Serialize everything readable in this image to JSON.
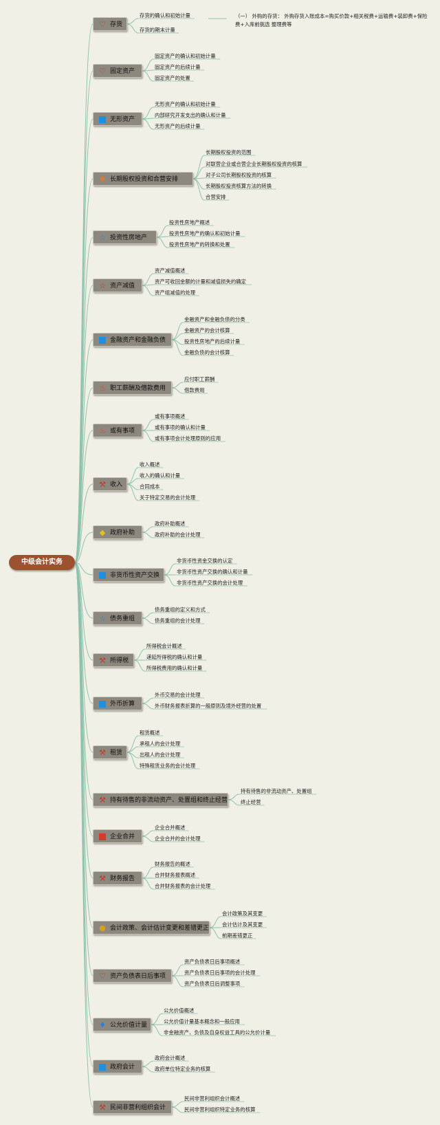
{
  "root": "中级会计实务",
  "branches": [
    {
      "label": "存货",
      "icon": "heart-icon",
      "children": [
        "存货的确认和初始计量",
        "存货的期末计量"
      ]
    },
    {
      "label": "固定资产",
      "icon": "heart-icon",
      "children": [
        "固定资产的确认和初始计量",
        "固定资产的后续计量",
        "固定资产的处置"
      ]
    },
    {
      "label": "无形资产",
      "icon": "blue-square-icon",
      "children": [
        "无形资产的确认和初始计量",
        "内部研究开发支出的确认和计量",
        "无形资产的后续计量"
      ]
    },
    {
      "label": "长期股权投资和合营安排",
      "icon": "sun-icon",
      "children": [
        "长期股权投资的范围",
        "对联营企业或合营企业长期股权投资的核算",
        "对子公司长期股权投资的核算",
        "长期股权投资核算方法的转换",
        "合营安排"
      ]
    },
    {
      "label": "投资性房地产",
      "icon": "star-outline-blue-icon",
      "children": [
        "投资性房地产概述",
        "投资性房地产的确认和初始计量",
        "投资性房地产的转换和处置"
      ]
    },
    {
      "label": "资产减值",
      "icon": "star-outline-red-icon",
      "children": [
        "资产减值概述",
        "资产可收回金额的计量和减值损失的确定",
        "资产组减值的处理"
      ]
    },
    {
      "label": "金融资产和金融负债",
      "icon": "blue-square-icon",
      "children": [
        "金融资产和金融负债的分类",
        "金融资产的会计核算",
        "投资性房地产的后续计量",
        "金融负债的会计核算"
      ]
    },
    {
      "label": "职工薪酬及借款费用",
      "icon": "fire-icon",
      "children": [
        "应付职工薪酬",
        "借款费用"
      ]
    },
    {
      "label": "或有事项",
      "icon": "fire-icon",
      "children": [
        "或有事项概述",
        "或有事项的确认和计量",
        "或有事项会计处理原则的应用"
      ]
    },
    {
      "label": "收入",
      "icon": "tools-icon",
      "children": [
        "收入概述",
        "收入的确认和计量",
        "合同成本",
        "关于特定交易的会计处理"
      ]
    },
    {
      "label": "政府补助",
      "icon": "diamond-icon",
      "children": [
        "政府补助概述",
        "政府补助的会计处理"
      ]
    },
    {
      "label": "非货币性资产交换",
      "icon": "blue-square-icon",
      "children": [
        "非货币性资金交换的认定",
        "非货币性资产交换的确认和计量",
        "非货币性资产交换的会计处理"
      ]
    },
    {
      "label": "债务重组",
      "icon": "star-outline-blue-icon",
      "children": [
        "债务重组的定义和方式",
        "债务重组的会计处理"
      ]
    },
    {
      "label": "所得税",
      "icon": "tools-icon",
      "children": [
        "所得税会计概述",
        "递延所得税的确认和计量",
        "所得税费用的确认和计量"
      ]
    },
    {
      "label": "外币折算",
      "icon": "blue-square-icon",
      "children": [
        "外币交易的会计处理",
        "外币财务报表折算的一般原则及境外经营的处置"
      ]
    },
    {
      "label": "租赁",
      "icon": "tools-icon",
      "children": [
        "租赁概述",
        "承租人的会计处理",
        "出租人的会计处理",
        "特殊租赁业务的会计处理"
      ]
    },
    {
      "label": "持有待售的非流动资产、处置组和终止经营",
      "icon": "tools-icon",
      "children": [
        "持有待售的非流动资产、处置组",
        "终止经营"
      ]
    },
    {
      "label": "企业合并",
      "icon": "red-square-icon",
      "children": [
        "企业合并概述",
        "企业合并的会计处理"
      ]
    },
    {
      "label": "财务报告",
      "icon": "tools-icon",
      "children": [
        "财务报告的概述",
        "合并财务报表概述",
        "合并财务报表的会计处理"
      ]
    },
    {
      "label": "会计政策、会计估计变更和差错更正",
      "icon": "coin-icon",
      "children": [
        "会计政策及其变更",
        "会计估计及其变更",
        "前期差错更正"
      ]
    },
    {
      "label": "资产负债表日后事项",
      "icon": "heart-icon",
      "children": [
        "资产负债表日后事项概述",
        "资产负债表日后事项的会计处理",
        "资产负债表日后调整事项"
      ]
    },
    {
      "label": "公允价值计量",
      "icon": "drop-icon",
      "children": [
        "公允价值概述",
        "公允价值计量基本概念和一般应用",
        "非金融资产、负债及自身权益工具的公允价计量"
      ]
    },
    {
      "label": "政府会计",
      "icon": "blue-square-icon",
      "children": [
        "政府会计概述",
        "政府单位特定业务的核算"
      ]
    },
    {
      "label": "民间非营利组织会计",
      "icon": "tools-icon",
      "children": [
        "民间非营利组织会计概述",
        "民间非营利组织特定业务的核算"
      ]
    }
  ],
  "note": "（一） 外购的存货： 外购存货入账成本=购买价款+相关税费+运输费+装卸费+保险费+入库前挑选 整理费等",
  "colors": {
    "background": "#f0f0e6",
    "root": "#9c5230",
    "branch": "#8c887d",
    "line": "#8fc2ac"
  }
}
